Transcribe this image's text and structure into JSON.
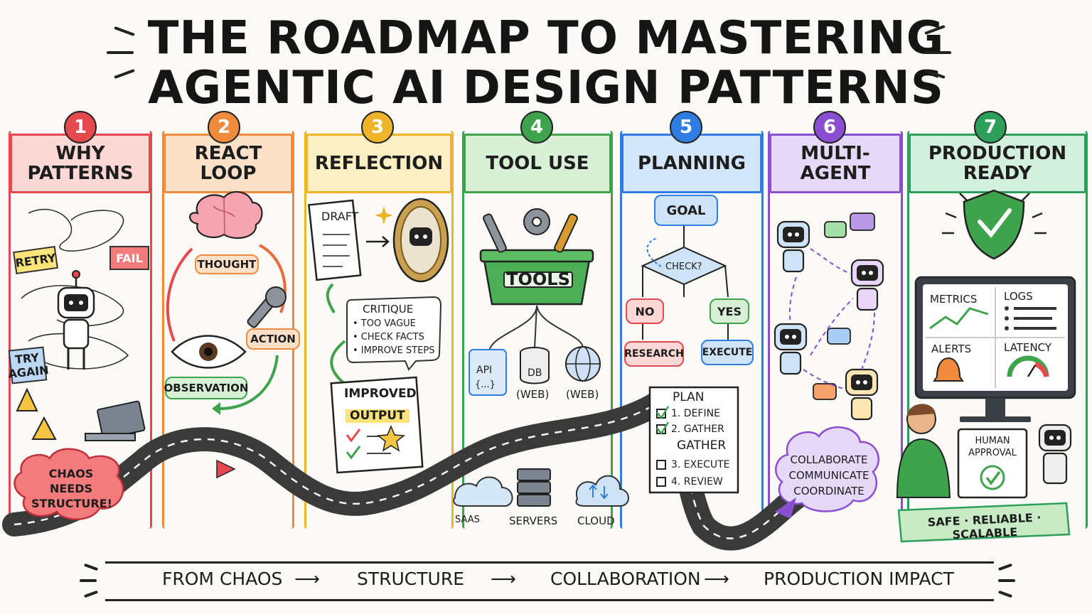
{
  "title": {
    "line1": "THE ROADMAP TO MASTERING",
    "line2": "AGENTIC AI DESIGN PATTERNS"
  },
  "steps": [
    {
      "number": "1",
      "title": "WHY PATTERNS",
      "color": "#e5484d"
    },
    {
      "number": "2",
      "title": "REACT LOOP",
      "color": "#f08a3c"
    },
    {
      "number": "3",
      "title": "REFLECTION",
      "color": "#f0b429"
    },
    {
      "number": "4",
      "title": "TOOL USE",
      "color": "#3fa34d"
    },
    {
      "number": "5",
      "title": "PLANNING",
      "color": "#2f7de1"
    },
    {
      "number": "6",
      "title": "MULTI-AGENT",
      "color": "#8a4fd1"
    },
    {
      "number": "7",
      "title": "PRODUCTION READY",
      "color": "#2e9e5b"
    }
  ],
  "why": {
    "retry": "RETRY",
    "fail": "FAIL",
    "try_again": "TRY AGAIN",
    "chaos": "CHAOS NEEDS STRUCTURE!"
  },
  "react": {
    "thought": "THOUGHT",
    "action": "ACTION",
    "observation": "OBSERVATION"
  },
  "reflection": {
    "draft": "DRAFT",
    "critique_title": "CRITIQUE",
    "critique_items": [
      "• TOO VAGUE",
      "• CHECK FACTS",
      "• IMPROVE STEPS"
    ],
    "improved": "IMPROVED",
    "output": "OUTPUT"
  },
  "tool_use": {
    "tools": "TOOLS",
    "api": "API",
    "api_sub": "{...}",
    "db": "DB",
    "web1": "(WEB)",
    "web2": "(WEB)",
    "saas": "SAAS",
    "servers": "SERVERS",
    "cloud": "CLOUD"
  },
  "planning": {
    "goal": "GOAL",
    "check": "CHECK?",
    "no": "NO",
    "yes": "YES",
    "research": "RESEARCH",
    "execute": "EXECUTE",
    "plan_title": "PLAN",
    "plan_items": [
      "1. DEFINE",
      "2. GATHER",
      "GATHER",
      "3. EXECUTE",
      "4. REVIEW"
    ]
  },
  "multi_agent": {
    "cloud_text": "COLLABORATE COMMUNICATE COORDINATE"
  },
  "production": {
    "metrics": "METRICS",
    "logs": "LOGS",
    "alerts": "ALERTS",
    "latency": "LATENCY",
    "human_approval": "HUMAN APPROVAL",
    "banner": "SAFE · RELIABLE · SCALABLE"
  },
  "journey": {
    "stage1": "FROM CHAOS",
    "stage2": "STRUCTURE",
    "stage3": "COLLABORATION",
    "stage4": "PRODUCTION IMPACT",
    "arrow": "⟶"
  }
}
